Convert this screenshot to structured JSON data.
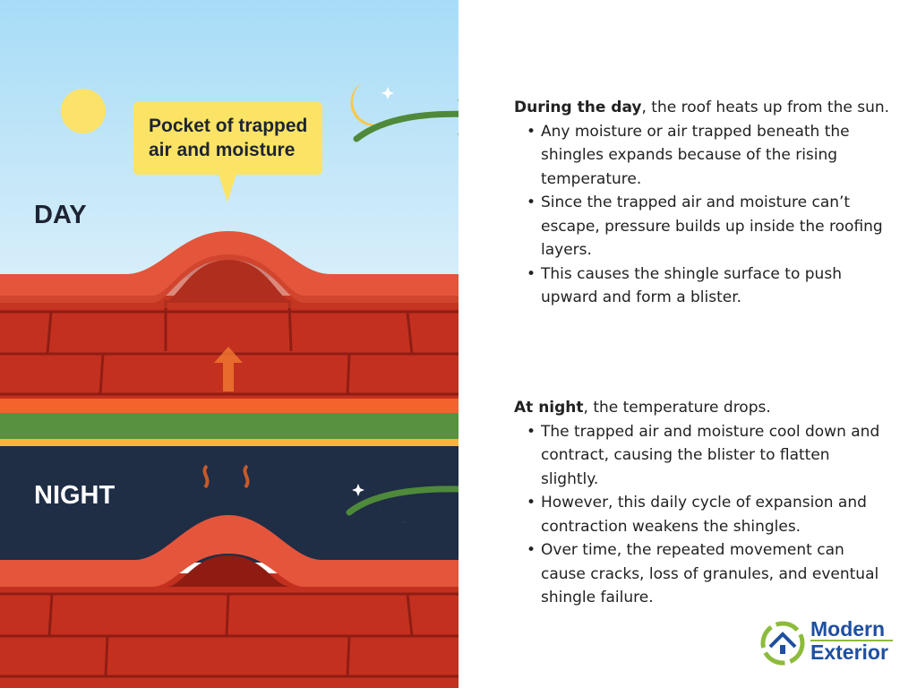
{
  "illustration": {
    "day_label": "DAY",
    "night_label": "NIGHT",
    "callout": "Pocket of trapped air and moisture"
  },
  "day": {
    "lead_bold": "During the day",
    "lead_rest": ", the roof heats up from the sun.",
    "bullets": [
      "Any moisture or air trapped beneath the shingles expands because of the rising temperature.",
      "Since the trapped air and moisture can’t escape, pressure builds up inside the roofing layers.",
      "This causes the shingle surface to push upward and form a blister."
    ]
  },
  "night": {
    "lead_bold": "At night",
    "lead_rest": ", the temperature drops.",
    "bullets": [
      "The trapped air and moisture cool down and contract, causing the blister to flatten slightly.",
      "However, this daily cycle of expansion and contraction weakens the shingles.",
      "Over time, the repeated movement can cause cracks, loss of granules, and eventual shingle failure."
    ]
  },
  "logo": {
    "line1": "Modern",
    "line2": "Exterior"
  },
  "colors": {
    "sky": "#aee0f8",
    "night": "#1f2d45",
    "roof": "#d4402a",
    "arrow": "#4e8a3a",
    "callout": "#fbe465"
  }
}
